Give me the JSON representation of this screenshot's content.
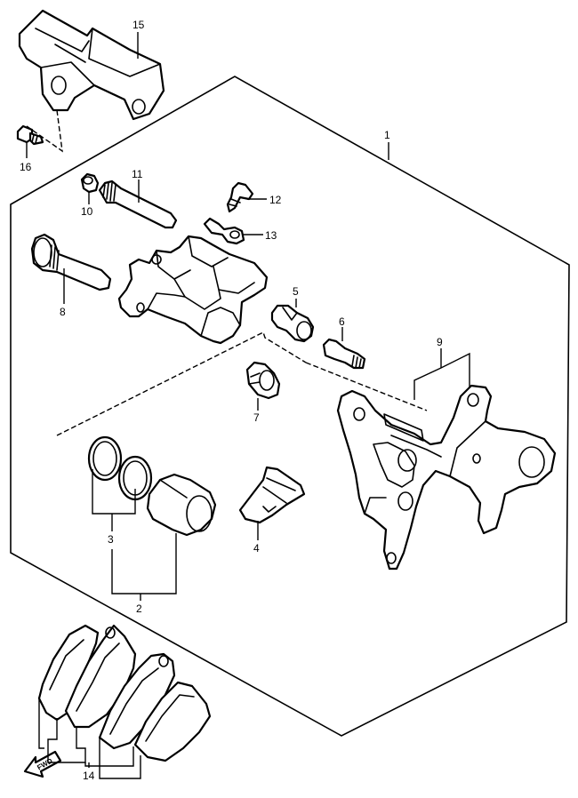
{
  "callouts": {
    "c1": "1",
    "c2": "2",
    "c3": "3",
    "c4": "4",
    "c5": "5",
    "c6": "6",
    "c7": "7",
    "c8": "8",
    "c9": "9",
    "c10": "10",
    "c11": "11",
    "c12": "12",
    "c13": "13",
    "c14": "14",
    "c15": "15",
    "c16": "16"
  },
  "fwd_label": "FWD"
}
